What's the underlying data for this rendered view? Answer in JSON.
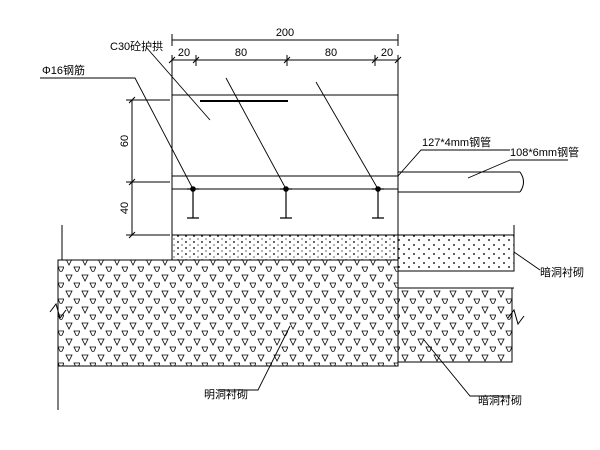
{
  "dimensions": {
    "total": "200",
    "seg_left": "20",
    "seg_mid_left": "80",
    "seg_mid_right": "80",
    "seg_right": "20",
    "height_upper": "60",
    "height_lower": "40"
  },
  "labels": {
    "concrete": "C30砼护拱",
    "steel_arch": "Φ16钢筋",
    "pipe_127": "127*4mm钢管",
    "pipe_108": "108*6mm钢管",
    "lining_right_top": "暗洞衬砌",
    "lining_bottom_left": "明洞衬砌",
    "lining_bottom_right": "暗洞衬砌"
  }
}
